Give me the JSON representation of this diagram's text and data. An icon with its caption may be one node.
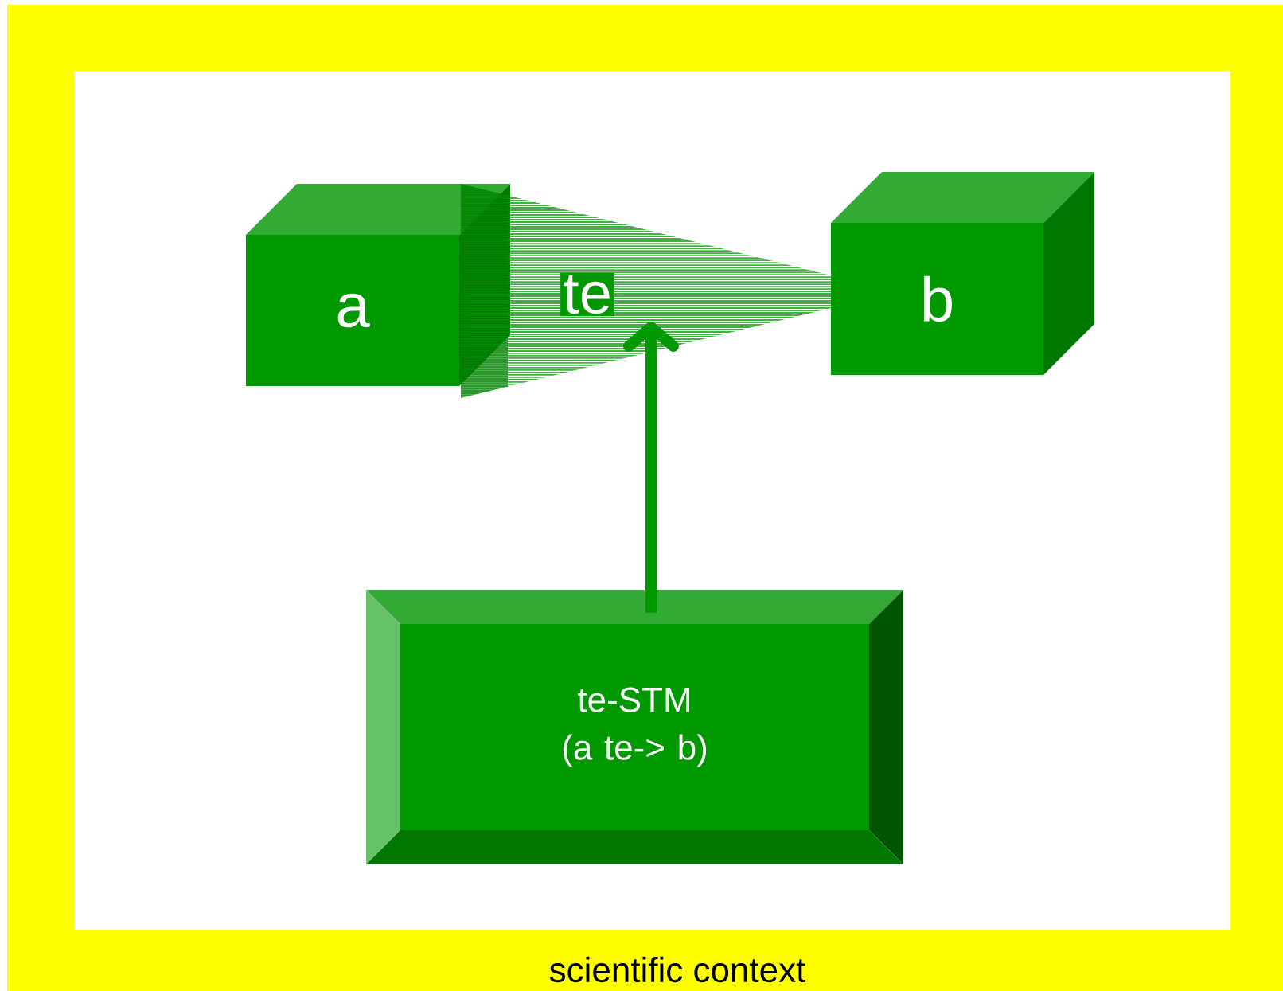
{
  "diagram": {
    "nodes": [
      {
        "text": [
          "scientific context"
        ]
      },
      {
        "text": [
          "a"
        ],
        "in": 0
      },
      {
        "text": [
          "te"
        ],
        "in": 0
      },
      {
        "text": [
          "b"
        ],
        "in": 0
      },
      {
        "text": [
          "te-STM (a te-> b)"
        ],
        "in": 0
      }
    ],
    "edges": [
      {
        "from": 4,
        "to": 2,
        "arrow": "to"
      }
    ]
  }
}
